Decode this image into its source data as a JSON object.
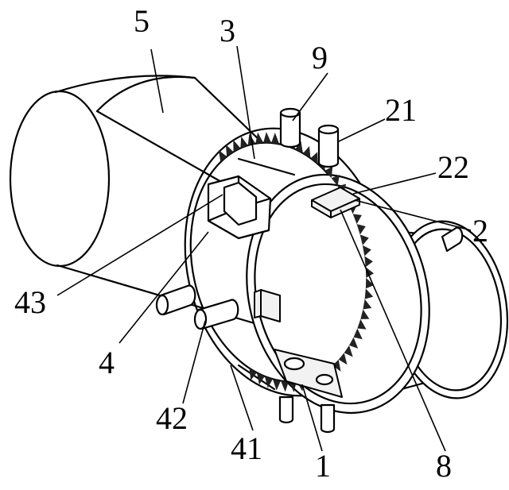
{
  "labels": {
    "n5": "5",
    "n3": "3",
    "n9": "9",
    "n21": "21",
    "n22": "22",
    "n2": "2",
    "n43": "43",
    "n4": "4",
    "n42": "42",
    "n41": "41",
    "n1": "1",
    "n8": "8"
  }
}
